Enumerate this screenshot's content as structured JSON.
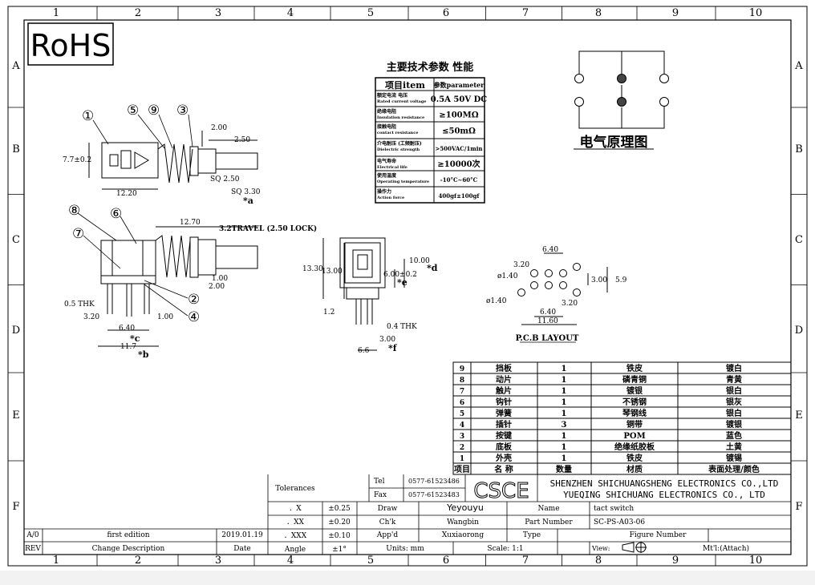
{
  "rohs": "RoHS",
  "grid": {
    "cols": [
      "1",
      "2",
      "3",
      "4",
      "5",
      "6",
      "7",
      "8",
      "9",
      "10"
    ],
    "rows": [
      "A",
      "B",
      "C",
      "D",
      "E",
      "F"
    ]
  },
  "params": {
    "title": "主要技术参数 性能",
    "head": [
      "项目item",
      "参数parameter"
    ],
    "rows": [
      {
        "cn": "额定电流 电压",
        "en": "Rated current voltage",
        "val": "0.5A 50V DC"
      },
      {
        "cn": "绝缘电阻",
        "en": "Insulation resistance",
        "val": "≥100MΩ"
      },
      {
        "cn": "接触电阻",
        "en": "contact resistance",
        "val": "≤50mΩ"
      },
      {
        "cn": "介电耐压 (工频耐压)",
        "en": "Dielectric strength",
        "val": ">500VAC/1min"
      },
      {
        "cn": "电气寿命",
        "en": "Electrical life",
        "val": "≥10000次"
      },
      {
        "cn": "使用温度",
        "en": "Operating temperature",
        "val": "-10°C~60°C"
      },
      {
        "cn": "操作力",
        "en": "Action force",
        "val": "400gf±100gf"
      }
    ]
  },
  "schematic_title": "电气原理图",
  "pcb_title": "P.C.B LAYOUT",
  "dims": {
    "d_200": "2.00",
    "d_250": "2.50",
    "d_77": "7.7±0.2",
    "d_1220": "12.20",
    "sq250": "SQ 2.50",
    "sq330": "SQ 3.30",
    "a": "*a",
    "d_1270": "12.70",
    "travel": "3.2TRAVEL (2.50 LOCK)",
    "d_100": "1.00",
    "d_200b": "2.00",
    "thk05": "0.5 THK",
    "d_320": "3.20",
    "d_640": "6.40",
    "d_100b": "1.00",
    "c": "*c",
    "d_117": "11.7",
    "b": "*b",
    "d_1330": "13.30",
    "d_1300": "13.00",
    "d_1000": "10.00",
    "d_label": "*d",
    "d_600": "6.00±0.2",
    "e": "*e",
    "d_12": "1.2",
    "thk04": "0.4 THK",
    "d_300": "3.00",
    "f": "*f",
    "d_66": "6.6",
    "p_640": "6.40",
    "p_320": "3.20",
    "p_140": "ø1.40",
    "p_300": "3.00",
    "p_59": "5.9",
    "p_140b": "ø1.40",
    "p_320b": "3.20",
    "p_640b": "6.40",
    "p_1160": "11.60"
  },
  "balloons": [
    "①",
    "⑤",
    "⑨",
    "③",
    "⑧",
    "⑥",
    "⑦",
    "②",
    "④"
  ],
  "bom": {
    "rows": [
      {
        "no": "9",
        "name": "挡板",
        "qty": "1",
        "mat": "铁皮",
        "fin": "镀白"
      },
      {
        "no": "8",
        "name": "动片",
        "qty": "1",
        "mat": "磷青铜",
        "fin": "青黄"
      },
      {
        "no": "7",
        "name": "触片",
        "qty": "1",
        "mat": "镀银",
        "fin": "银白"
      },
      {
        "no": "6",
        "name": "钩针",
        "qty": "1",
        "mat": "不锈钢",
        "fin": "银灰"
      },
      {
        "no": "5",
        "name": "弹簧",
        "qty": "1",
        "mat": "琴钢线",
        "fin": "银白"
      },
      {
        "no": "4",
        "name": "插针",
        "qty": "3",
        "mat": "铜带",
        "fin": "镀银"
      },
      {
        "no": "3",
        "name": "按键",
        "qty": "1",
        "mat": "POM",
        "fin": "蓝色"
      },
      {
        "no": "2",
        "name": "底板",
        "qty": "1",
        "mat": "绝缘纸胶板",
        "fin": "土黄"
      },
      {
        "no": "1",
        "name": "外壳",
        "qty": "1",
        "mat": "铁皮",
        "fin": "镀锡"
      }
    ],
    "head": {
      "no": "项目",
      "name": "名 称",
      "qty": "数量",
      "mat": "材质",
      "fin": "表面处理/颜色"
    }
  },
  "title_block": {
    "tolerances": "Tolerances",
    "tel_l": "Tel",
    "tel_v": "0577-61523486",
    "fax_l": "Fax",
    "fax_v": "0577-61523483",
    "logo": "CSCE",
    "company1": "SHENZHEN SHICHUANGSHENG ELECTRONICS CO.,LTD",
    "company2": "YUEQING SHICHUANG ELECTRONICS CO., LTD",
    "tol": [
      [
        "．X",
        "±0.25"
      ],
      [
        "．XX",
        "±0.20"
      ],
      [
        "．XXX",
        "±0.10"
      ],
      [
        "Angle",
        "±1°"
      ]
    ],
    "draw_l": "Draw",
    "draw_v": "Yeyouyu",
    "chk_l": "Ch'k",
    "chk_v": "Wangbin",
    "app_l": "App'd",
    "app_v": "Xuxiaorong",
    "units": "Units: mm",
    "scale": "Scale: 1:1",
    "name_l": "Name",
    "name_v": "tact switch",
    "pn_l": "Part Number",
    "pn_v": "SC-PS-A03-06",
    "type_l": "Type",
    "fig_l": "Figure Number",
    "view_l": "View:",
    "mtl": "Mt'l:(Attach)"
  },
  "revision": {
    "rev0": "A/0",
    "desc0": "first edition",
    "date0": "2019.01.19",
    "rev_h": "REV",
    "desc_h": "Change Description",
    "date_h": "Date"
  }
}
